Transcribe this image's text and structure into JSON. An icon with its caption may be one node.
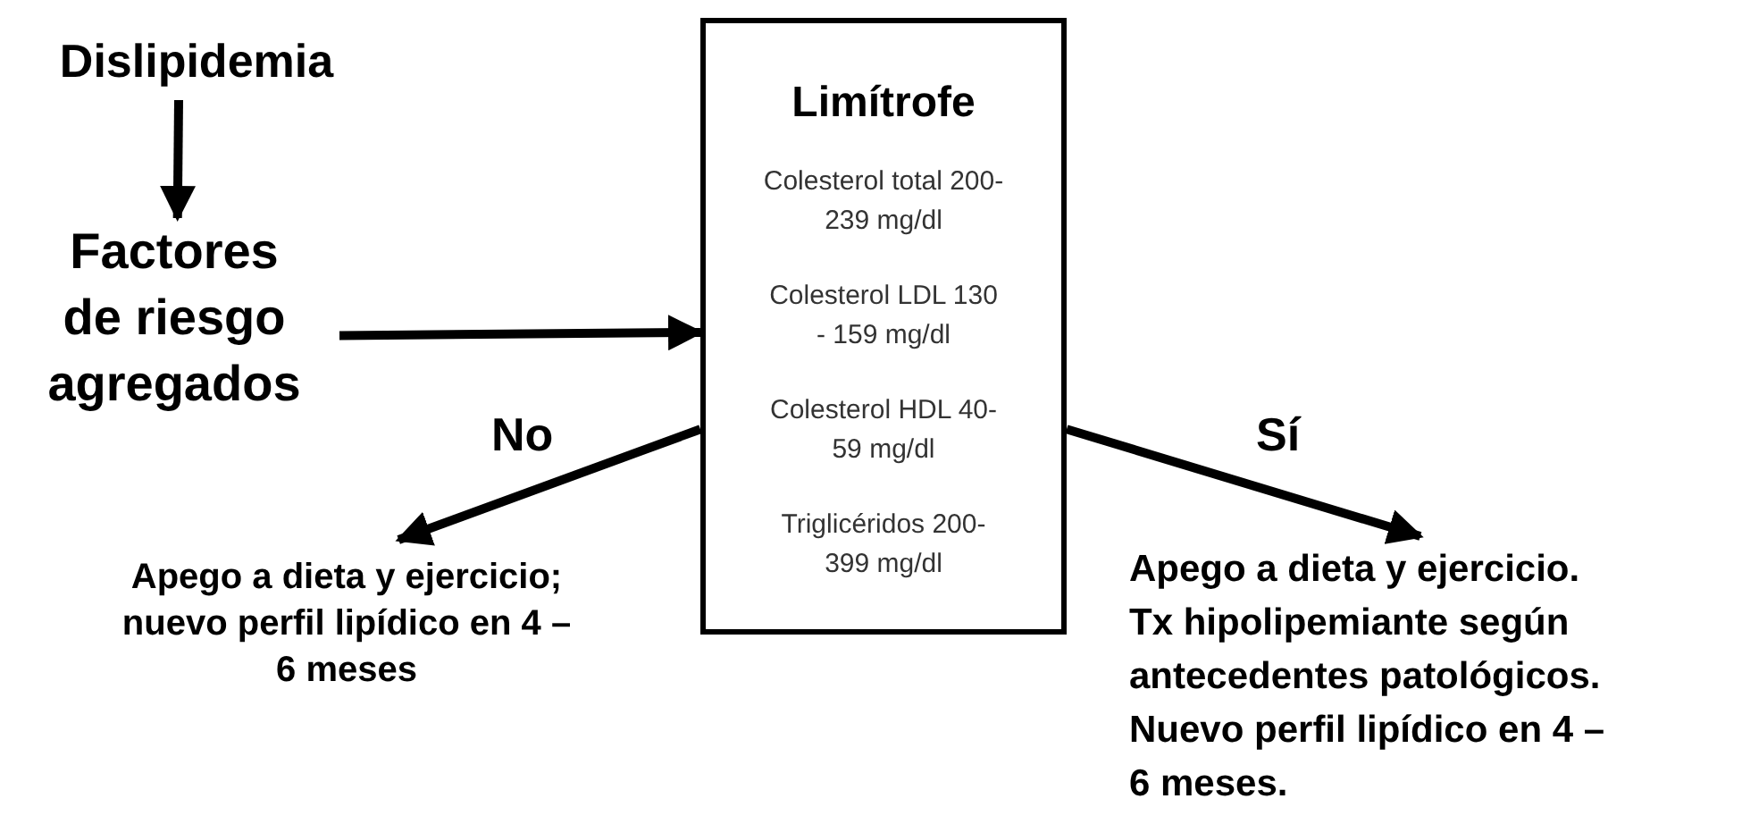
{
  "diagram": {
    "nodes": [
      {
        "text": [
          "Dislipidemia"
        ]
      },
      {
        "text": [
          "Factores de riesgo agregados"
        ]
      },
      {
        "text": [
          "Limítrofe",
          "Colesterol total 200-239 mg/dl",
          "Colesterol LDL 130 - 159 mg/dl",
          "Colesterol HDL 40-59 mg/dl",
          "Triglicéridos 200-399 mg/dl"
        ]
      },
      {
        "text": [
          "Apego a dieta y ejercicio; nuevo perfil lipídico en 4 – 6 meses"
        ]
      },
      {
        "text": [
          "Apego a dieta y ejercicio. Tx hipolipemiante según antecedentes patológicos. Nuevo perfil lipídico en 4 – 6 meses."
        ]
      }
    ],
    "edges": [
      {
        "from": 0,
        "to": 1,
        "arrow": "to"
      },
      {
        "from": 1,
        "to": 2,
        "arrow": "to"
      },
      {
        "from": 2,
        "to": 3,
        "arrow": "to",
        "label": "No"
      },
      {
        "from": 2,
        "to": 4,
        "arrow": "to",
        "label": "Sí"
      }
    ]
  }
}
